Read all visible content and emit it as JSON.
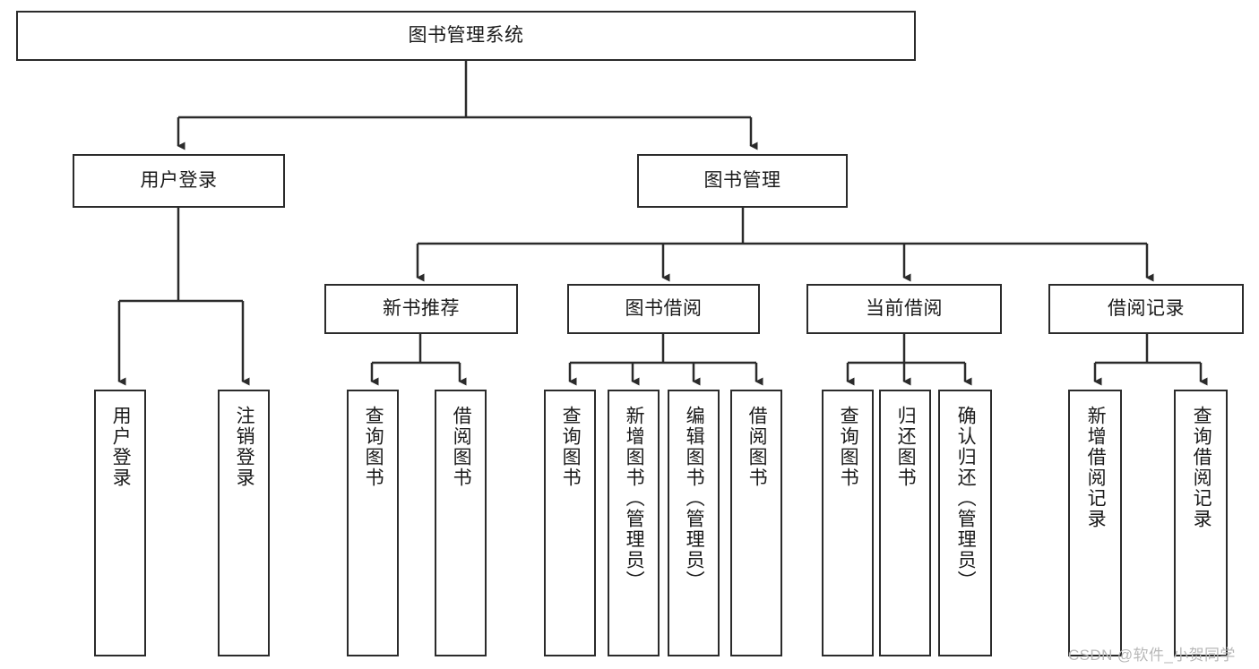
{
  "diagram": {
    "type": "tree-flowchart",
    "title_node": "图书管理系统",
    "watermark": "CSDN @软件_小贺同学",
    "colors": {
      "stroke": "#2b2b2b",
      "fill": "#ffffff",
      "text": "#1a1a1a",
      "watermark": "#b8b8b8"
    },
    "nodes": {
      "root": "图书管理系统",
      "level2": [
        "用户登录",
        "图书管理"
      ],
      "level3": [
        "新书推荐",
        "图书借阅",
        "当前借阅",
        "借阅记录"
      ],
      "leaves_user_login": [
        "用户登录",
        "注销登录"
      ],
      "leaves_new_book": [
        "查询图书",
        "借阅图书"
      ],
      "leaves_borrow": [
        "查询图书",
        "新增图书（管理员）",
        "编辑图书（管理员）",
        "借阅图书"
      ],
      "leaves_current": [
        "查询图书",
        "归还图书",
        "确认归还（管理员）"
      ],
      "leaves_record": [
        "新增借阅记录",
        "查询借阅记录"
      ]
    }
  }
}
